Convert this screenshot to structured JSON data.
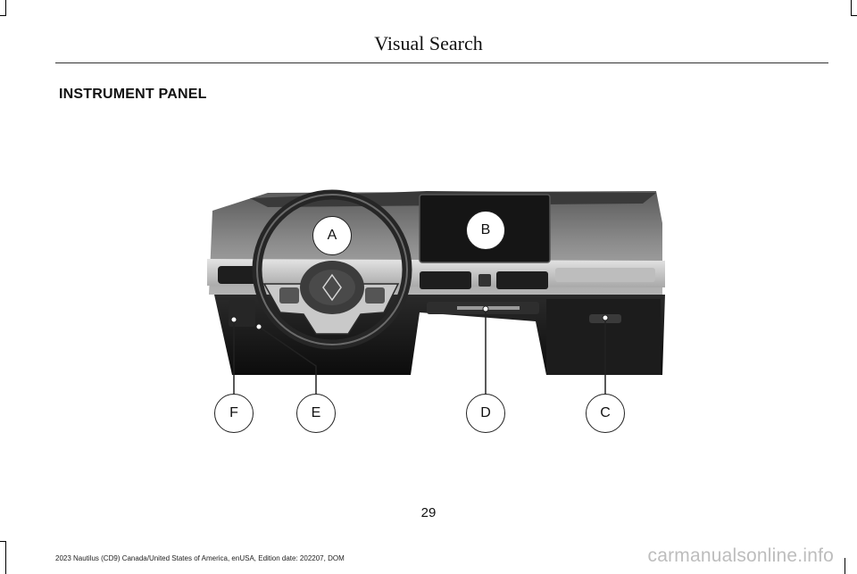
{
  "header": {
    "title": "Visual Search"
  },
  "section": {
    "title": "INSTRUMENT PANEL"
  },
  "callouts": {
    "a": "A",
    "b": "B",
    "c": "C",
    "d": "D",
    "e": "E",
    "f": "F"
  },
  "page_number": "29",
  "footer": {
    "text": "2023 Nautilus (CD9) Canada/United States of America, enUSA, Edition date: 202207, DOM"
  },
  "watermark": {
    "text": "carmanualsonline.info"
  }
}
